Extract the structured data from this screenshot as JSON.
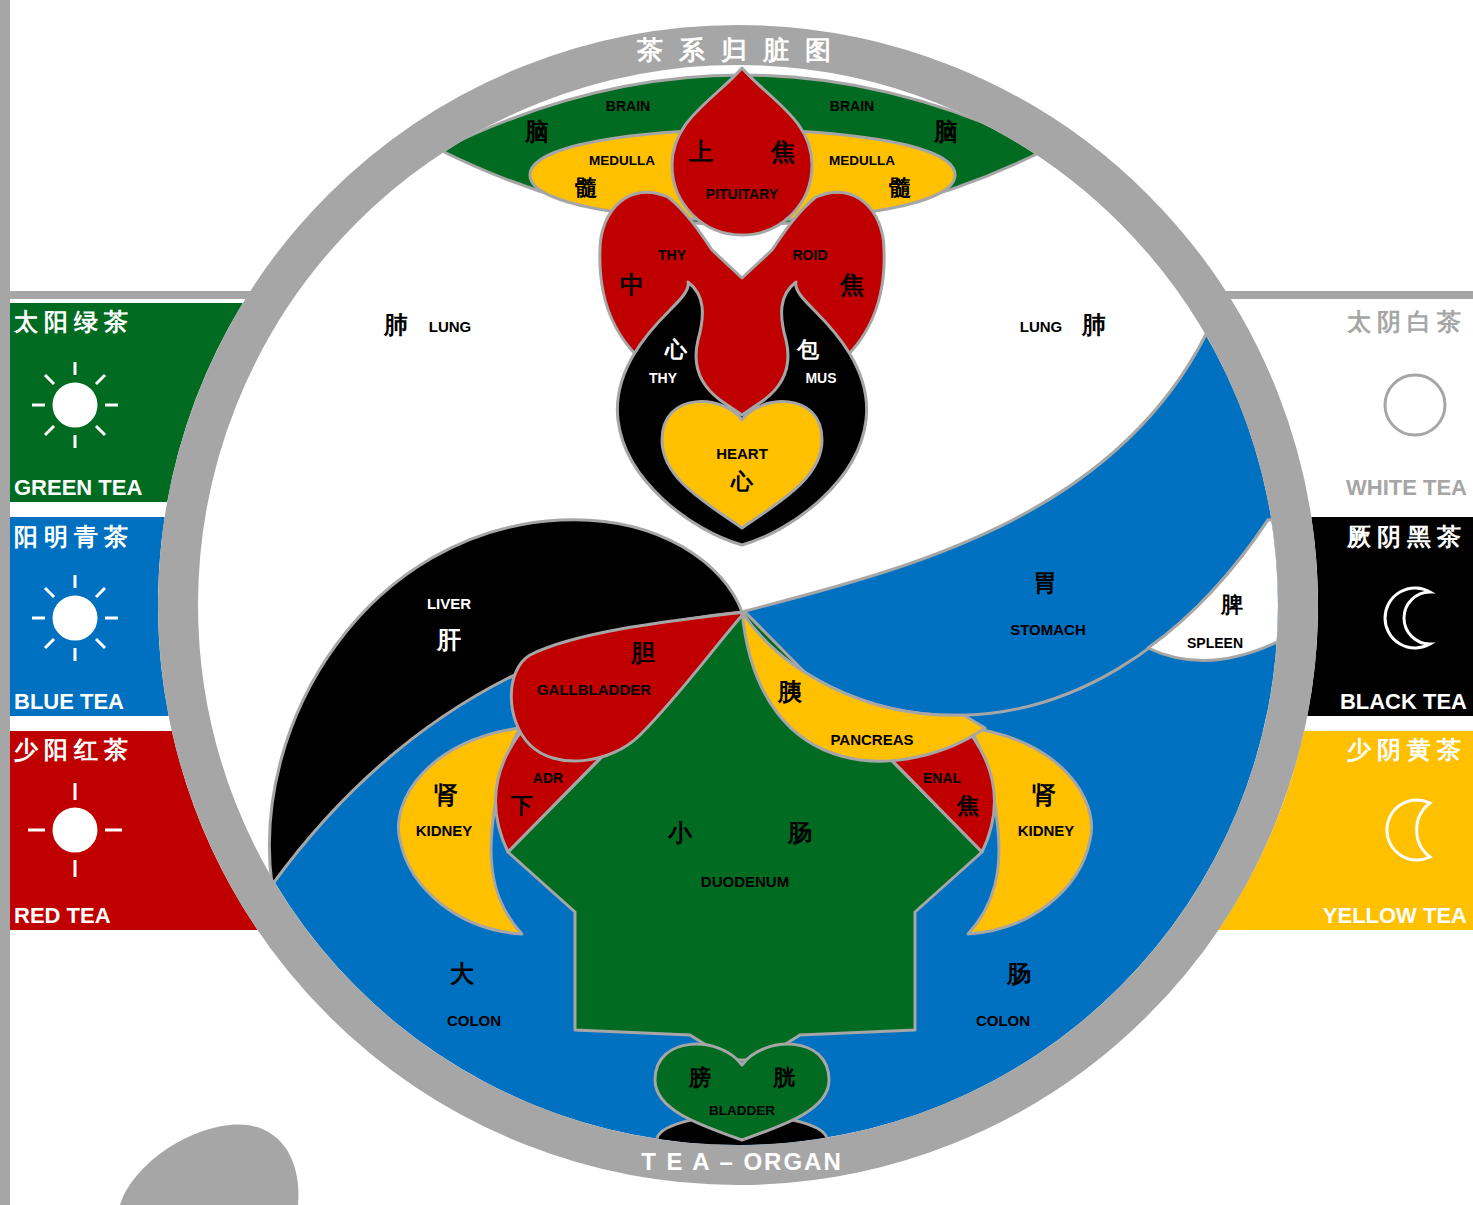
{
  "diagram": {
    "title": "茶系归脏图",
    "caption": "T E A – ORGAN",
    "nodes": [
      {
        "text": [
          "脑",
          "BRAIN",
          "BRAIN",
          "脑"
        ]
      },
      {
        "text": [
          "MEDULLA",
          "髓",
          "MEDULLA",
          "髓"
        ],
        "in": 0
      },
      {
        "text": [
          "上",
          "焦",
          "PITUITARY"
        ]
      },
      {
        "text": [
          "THY",
          "ROID",
          "中",
          "焦"
        ]
      },
      {
        "text": [
          "心",
          "包",
          "THY",
          "MUS"
        ]
      },
      {
        "text": [
          "HEART",
          "心"
        ],
        "in": 4
      },
      {
        "text": [
          "LIVER",
          "肝"
        ]
      },
      {
        "text": [
          "胃",
          "STOMACH"
        ]
      },
      {
        "text": [
          "脾",
          "SPLEEN"
        ]
      },
      {
        "text": [
          "小",
          "肠",
          "DUODENUM"
        ]
      },
      {
        "text": [
          "肾",
          "KIDNEY"
        ]
      },
      {
        "text": [
          "肾",
          "KIDNEY"
        ]
      },
      {
        "text": [
          "ADR",
          "下"
        ]
      },
      {
        "text": [
          "ENAL",
          "焦"
        ]
      },
      {
        "text": [
          "胆",
          "GALLBLADDER"
        ]
      },
      {
        "text": [
          "胰",
          "PANCREAS"
        ]
      },
      {
        "text": [
          "膀",
          "胱",
          "BLADDER"
        ]
      },
      {
        "text": [
          "太阳绿茶",
          "GREEN TEA"
        ]
      },
      {
        "text": [
          "阳明青茶",
          "BLUE TEA"
        ]
      },
      {
        "text": [
          "少阳红茶",
          "RED TEA"
        ]
      },
      {
        "text": [
          "太阴白茶",
          "WHITE TEA"
        ]
      },
      {
        "text": [
          "厥阴黑茶",
          "BLACK TEA"
        ]
      },
      {
        "text": [
          "少阴黄茶",
          "YELLOW TEA"
        ]
      }
    ],
    "labels": [
      "肺",
      "LUNG",
      "LUNG",
      "肺",
      "大",
      "COLON",
      "肠",
      "COLON"
    ]
  }
}
